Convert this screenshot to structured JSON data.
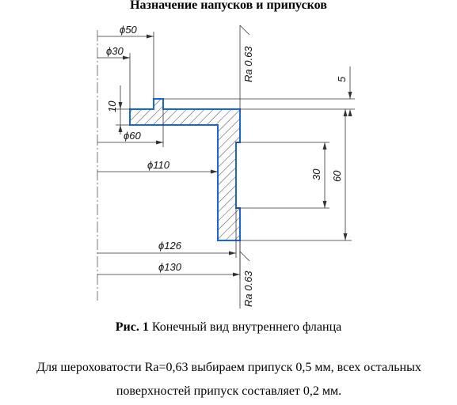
{
  "title": "Назначение напусков и припусков",
  "dims": {
    "d50": "ϕ50",
    "d30": "ϕ30",
    "d60": "ϕ60",
    "d110": "ϕ110",
    "d126": "ϕ126",
    "d130": "ϕ130",
    "h10": "10",
    "h5": "5",
    "h30": "30",
    "h60": "60"
  },
  "roughness": {
    "top": "Ra 0.63",
    "bottom": "Ra 0.63"
  },
  "colors": {
    "contour": "#1565e8",
    "lines": "#333333"
  },
  "caption": {
    "label": "Рис. 1",
    "text": " Конечный вид внутреннего фланца"
  },
  "paragraph": {
    "line1": "Для шероховатости Ra=0,63 выбираем припуск 0,5 мм, всех остальных",
    "line2": "поверхностей припуск составляет 0,2 мм."
  }
}
